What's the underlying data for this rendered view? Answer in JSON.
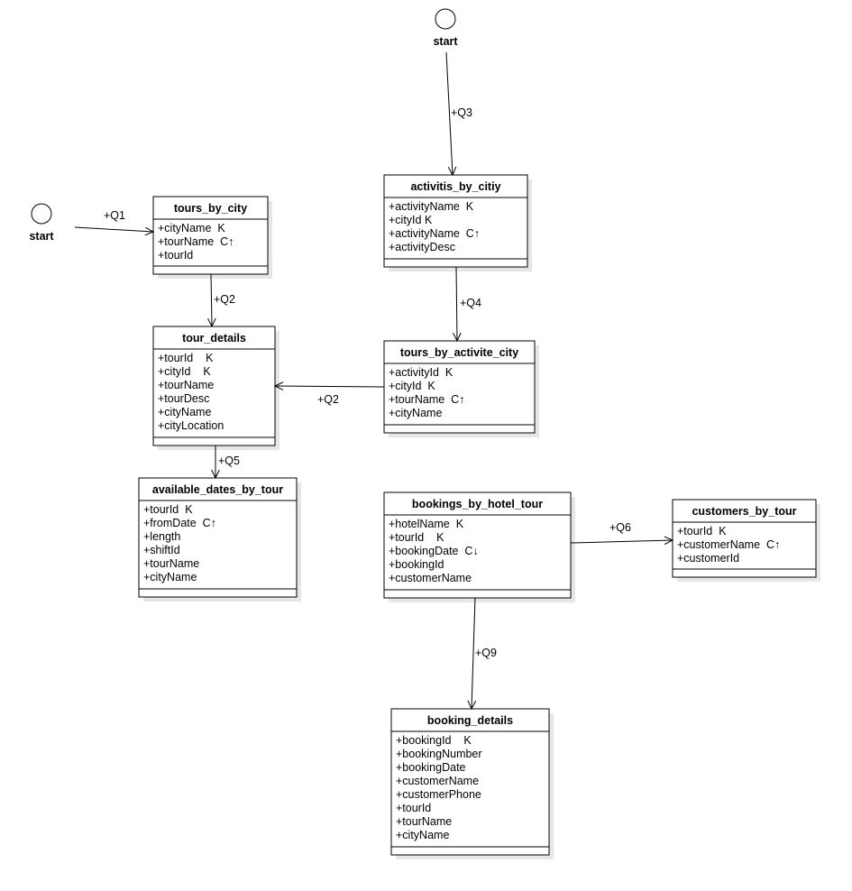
{
  "starts": [
    {
      "id": "start1",
      "label": "start"
    },
    {
      "id": "start2",
      "label": "start"
    }
  ],
  "classes": [
    {
      "id": "tours_by_city",
      "name": "tours_by_city",
      "attributes": [
        "+cityName  K",
        "+tourName  C↑",
        "+tourId"
      ]
    },
    {
      "id": "activitis_by_citiy",
      "name": "activitis_by_citiy",
      "attributes": [
        "+activityName  K",
        "+cityId K",
        "+activityName  C↑",
        "+activityDesc"
      ]
    },
    {
      "id": "tour_details",
      "name": "tour_details",
      "attributes": [
        "+tourId    K",
        "+cityId    K",
        "+tourName",
        "+tourDesc",
        "+cityName",
        "+cityLocation"
      ]
    },
    {
      "id": "tours_by_activite_city",
      "name": "tours_by_activite_city",
      "attributes": [
        "+activityId  K",
        "+cityId  K",
        "+tourName  C↑",
        "+cityName"
      ]
    },
    {
      "id": "available_dates_by_tour",
      "name": "available_dates_by_tour",
      "attributes": [
        "+tourId  K",
        "+fromDate  C↑",
        "+length",
        "+shiftId",
        "+tourName",
        "+cityName"
      ]
    },
    {
      "id": "bookings_by_hotel_tour",
      "name": "bookings_by_hotel_tour",
      "attributes": [
        "+hotelName  K",
        "+tourId    K",
        "+bookingDate  C↓",
        "+bookingId",
        "+customerName"
      ]
    },
    {
      "id": "customers_by_tour",
      "name": "customers_by_tour",
      "attributes": [
        "+tourId  K",
        "+customerName  C↑",
        "+customerId"
      ]
    },
    {
      "id": "booking_details",
      "name": "booking_details",
      "attributes": [
        "+bookingId    K",
        "+bookingNumber",
        "+bookingDate",
        "+customerName",
        "+customerPhone",
        "+tourId",
        "+tourName",
        "+cityName"
      ]
    }
  ],
  "edges": [
    {
      "id": "e1",
      "label": "+Q1"
    },
    {
      "id": "e2",
      "label": "+Q2"
    },
    {
      "id": "e3",
      "label": "+Q3"
    },
    {
      "id": "e4",
      "label": "+Q4"
    },
    {
      "id": "e5",
      "label": "+Q2"
    },
    {
      "id": "e6",
      "label": "+Q5"
    },
    {
      "id": "e7",
      "label": "+Q6"
    },
    {
      "id": "e8",
      "label": "+Q9"
    }
  ]
}
